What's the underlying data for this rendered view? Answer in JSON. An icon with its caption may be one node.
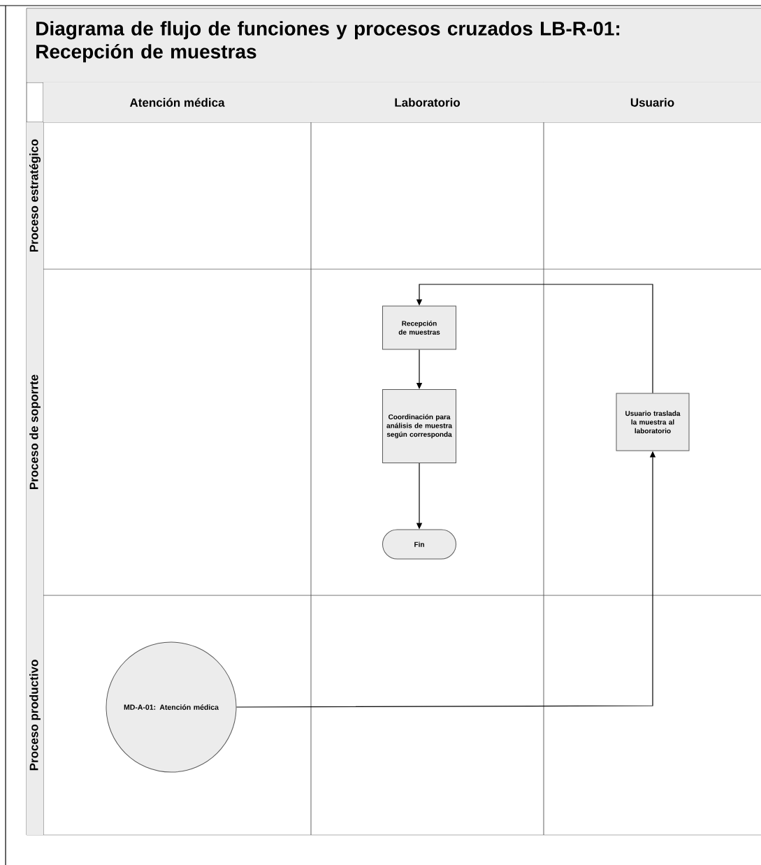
{
  "diagram": {
    "title": "Diagrama de flujo de funciones y procesos cruzados LB-R-01: Recepción de muestras",
    "nodes": [
      {
        "text": [
          "Atención médica"
        ]
      },
      {
        "text": [
          "Laboratorio"
        ]
      },
      {
        "text": [
          "Usuario"
        ]
      },
      {
        "text": [
          "Proceso estratégico"
        ]
      },
      {
        "text": [
          "Proceso de soporrte"
        ]
      },
      {
        "text": [
          "Proceso productivo"
        ]
      },
      {
        "text": [
          "Recepción de muestras"
        ]
      },
      {
        "text": [
          "Coordinación para análisis de muestra según corresponda"
        ]
      },
      {
        "text": [
          "Fin"
        ]
      },
      {
        "text": [
          "Usuario traslada la muestra al laboratorio"
        ]
      },
      {
        "text": [
          "MD-A-01: Atención médica"
        ]
      }
    ],
    "edges": [
      {
        "from": 10,
        "to": 9,
        "arrow": "to"
      },
      {
        "from": 9,
        "to": 6,
        "arrow": "to"
      },
      {
        "from": 6,
        "to": 7,
        "arrow": "to"
      },
      {
        "from": 7,
        "to": 8,
        "arrow": "to"
      }
    ]
  }
}
